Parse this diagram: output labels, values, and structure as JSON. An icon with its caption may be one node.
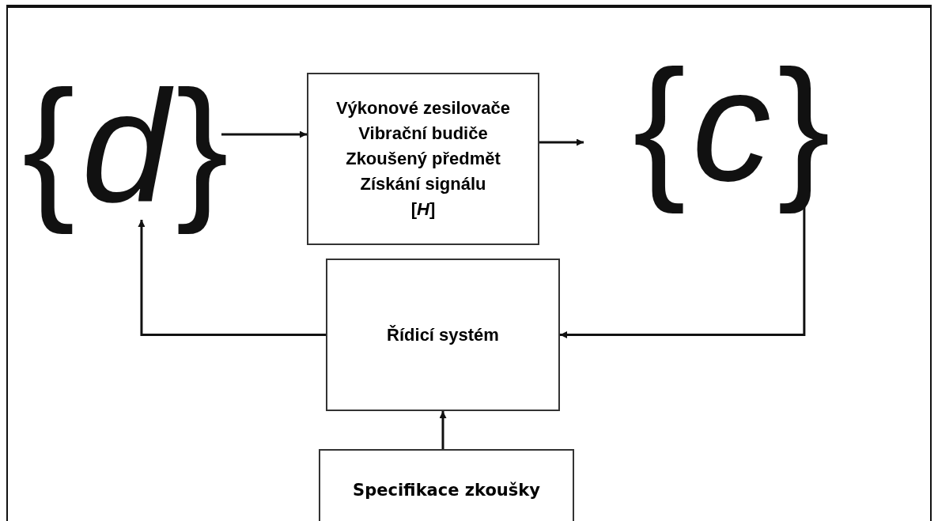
{
  "diagram": {
    "nodes": [
      {
        "text": [
          "{*d*}"
        ]
      },
      {
        "text": [
          "Výkonové zesilovače",
          "Vibrační budiče",
          "Zkoušený předmět",
          "Získání signálu",
          "[*H*]"
        ]
      },
      {
        "text": [
          "{*c*}"
        ]
      },
      {
        "text": [
          "Řídicí systém"
        ]
      },
      {
        "text": [
          "Specifikace zkoušky"
        ]
      }
    ],
    "edges": [
      {
        "from": 0,
        "to": 1,
        "arrow": "to"
      },
      {
        "from": 1,
        "to": 2,
        "arrow": "to"
      },
      {
        "from": 2,
        "to": 3,
        "arrow": "to"
      },
      {
        "from": 3,
        "to": 0,
        "arrow": "to"
      },
      {
        "from": 4,
        "to": 3,
        "arrow": "to"
      }
    ]
  }
}
